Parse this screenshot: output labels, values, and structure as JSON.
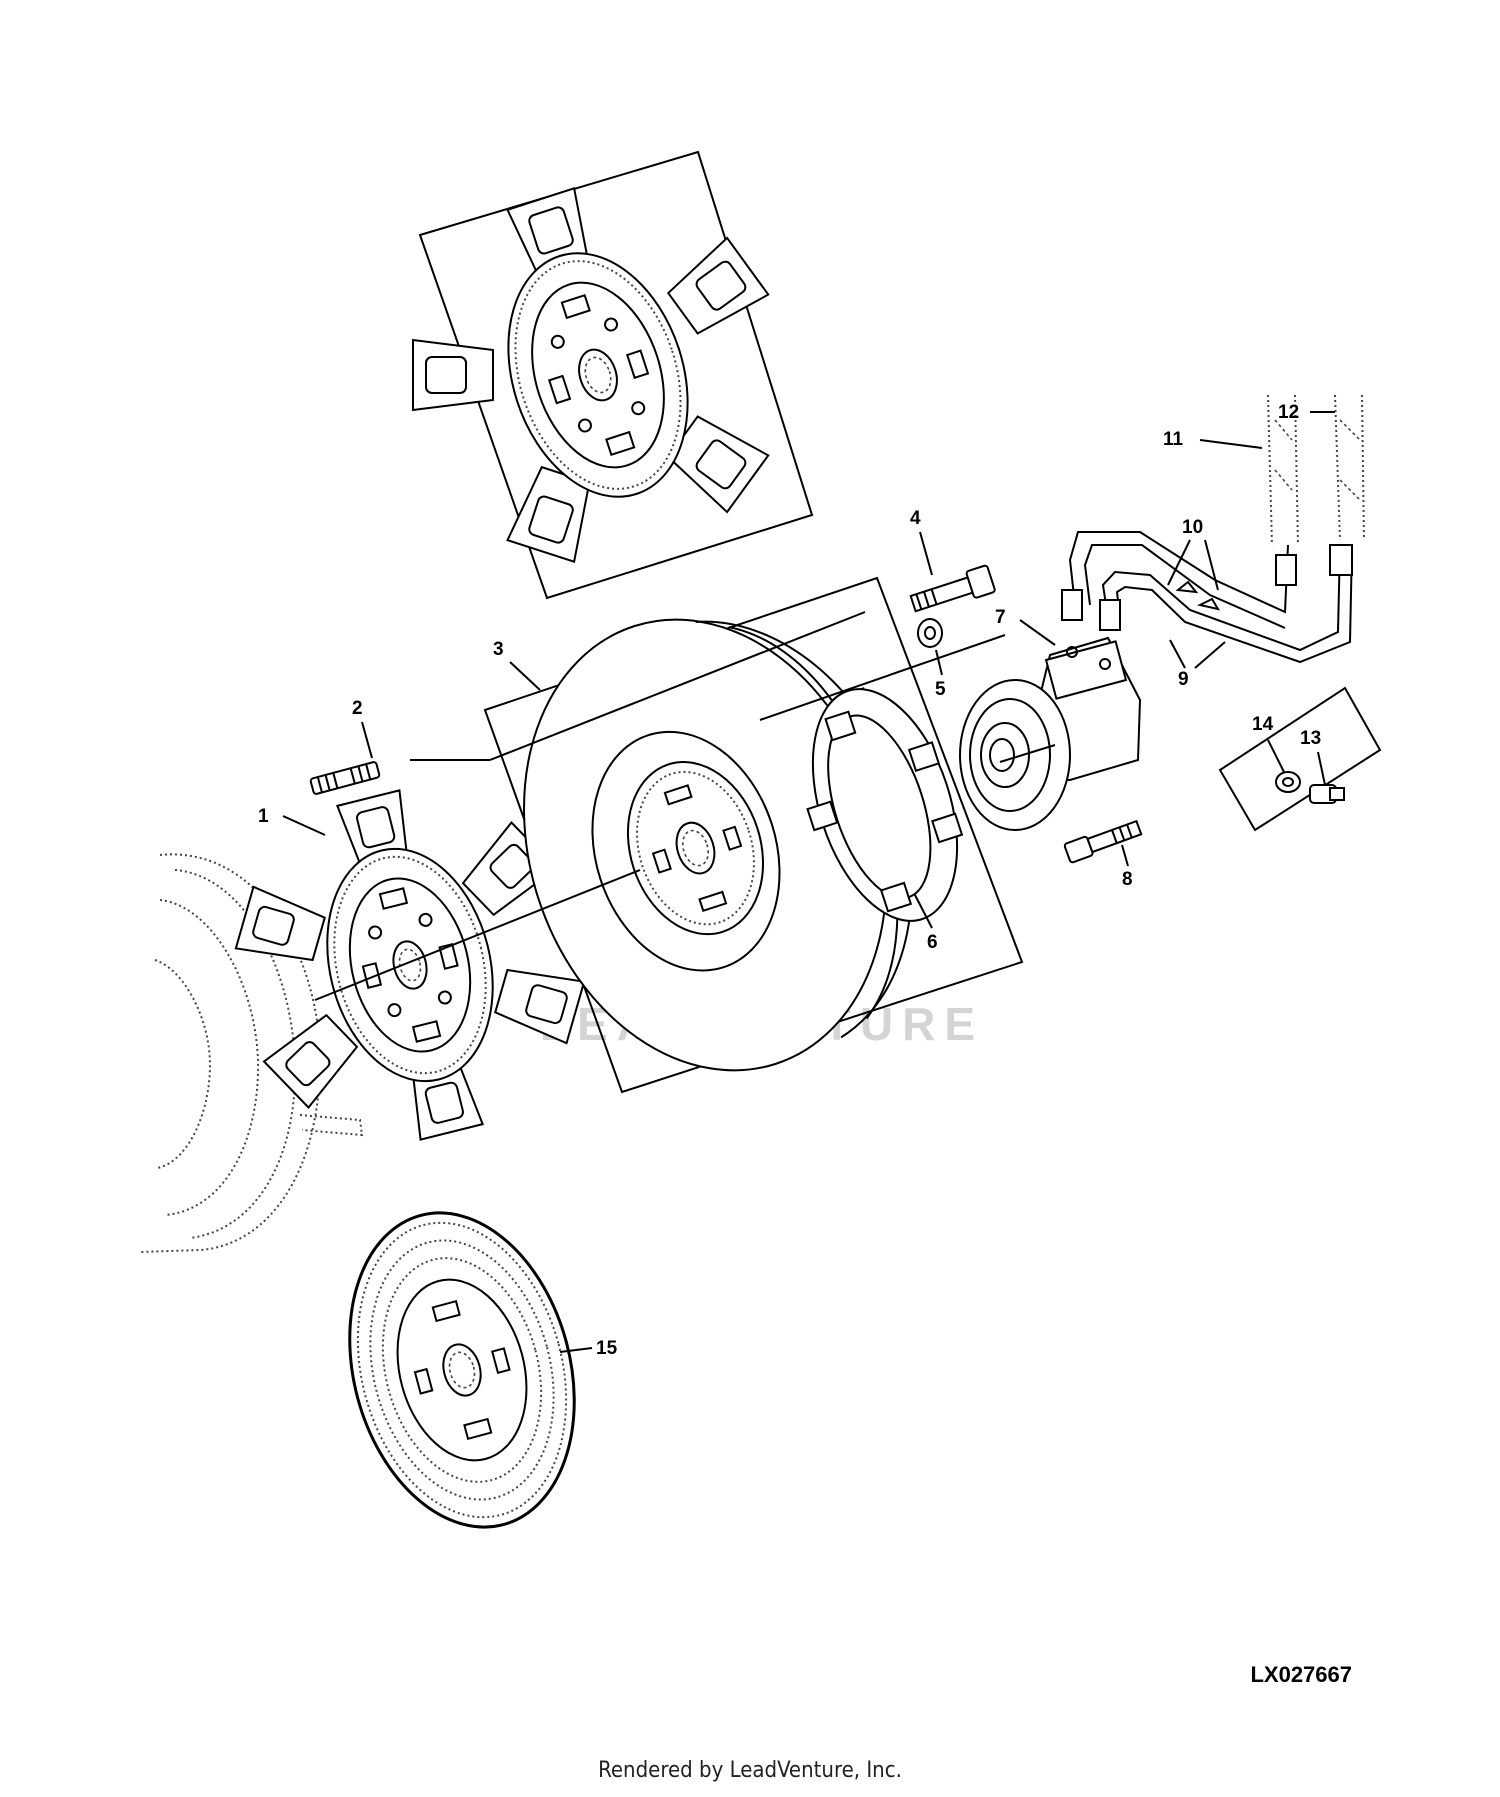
{
  "figure_id": "LX027667",
  "footer": "Rendered by LeadVenture, Inc.",
  "watermark": "LEADVENTURE",
  "callouts": [
    "1",
    "2",
    "3",
    "4",
    "5",
    "6",
    "7",
    "8",
    "9",
    "10",
    "11",
    "12",
    "13",
    "14",
    "15"
  ],
  "colors": {
    "ink": "#000000",
    "watermark": "#d4d4d4",
    "background": "#ffffff"
  }
}
